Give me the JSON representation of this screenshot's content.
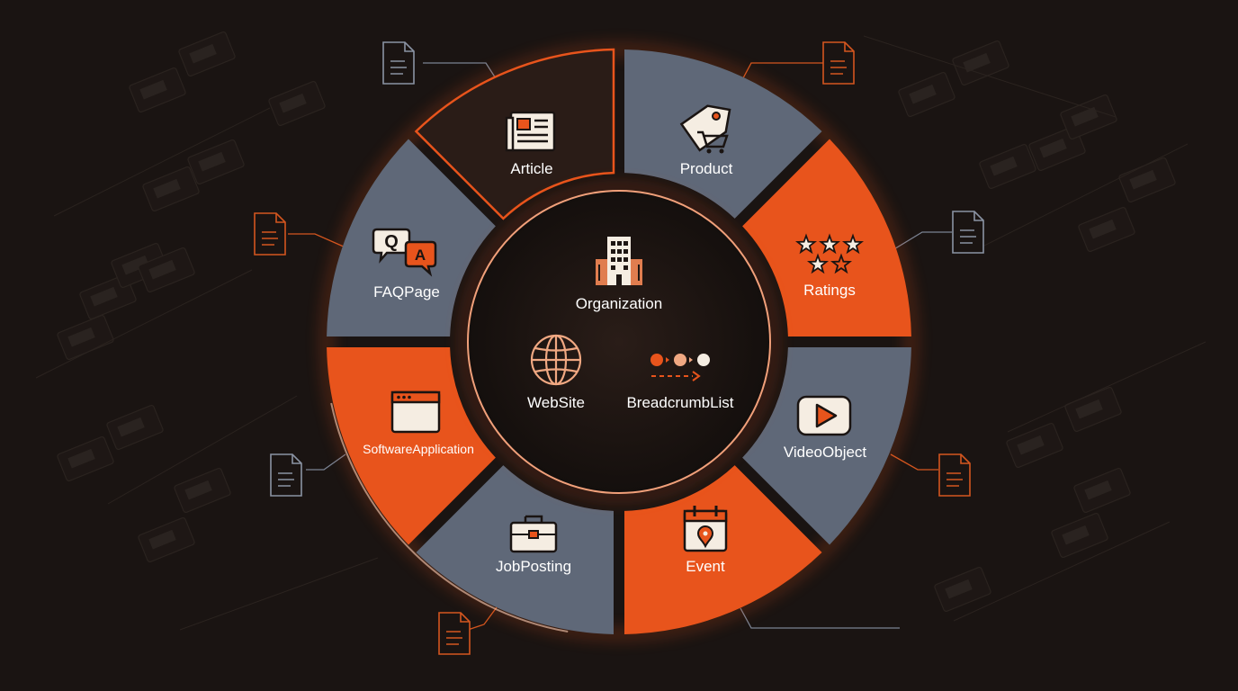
{
  "colors": {
    "background": "#1a1412",
    "orange": "#e8541c",
    "slate": "#5f6878",
    "dark_segment": "#2a1c17",
    "hub": "#1e1613",
    "label_light": "#ffffff",
    "label_dark": "#1a1412",
    "cream": "#f5ede2",
    "doc_orange": "#d4561f",
    "doc_slate": "#8a93a3"
  },
  "diagram": {
    "segments": [
      {
        "label": "Article",
        "icon": "newspaper-icon",
        "fill": "slate"
      },
      {
        "label": "Product",
        "icon": "price-tag-cart-icon",
        "fill": "orange"
      },
      {
        "label": "Ratings",
        "icon": "stars-rating-icon",
        "fill": "slate"
      },
      {
        "label": "VideoObject",
        "icon": "video-play-icon",
        "fill": "orange"
      },
      {
        "label": "Event",
        "icon": "calendar-pin-icon",
        "fill": "slate"
      },
      {
        "label": "JobPosting",
        "icon": "briefcase-icon",
        "fill": "orange"
      },
      {
        "label": "SoftwareApplication",
        "icon": "app-window-icon",
        "fill": "slate"
      },
      {
        "label": "FAQPage",
        "icon": "qa-bubbles-icon",
        "fill": "dark"
      }
    ],
    "hub": {
      "organization": {
        "label": "Organization",
        "icon": "building-icon"
      },
      "website": {
        "label": "WebSite",
        "icon": "globe-icon"
      },
      "breadcrumb": {
        "label": "BreadcrumbList",
        "icon": "breadcrumb-dots-icon"
      }
    },
    "qa_letters": {
      "q": "Q",
      "a": "A"
    },
    "documents": [
      {
        "name": "doc-article",
        "color": "slate"
      },
      {
        "name": "doc-product",
        "color": "orange"
      },
      {
        "name": "doc-ratings",
        "color": "slate"
      },
      {
        "name": "doc-videoobject",
        "color": "orange"
      },
      {
        "name": "doc-event",
        "color": "slate"
      },
      {
        "name": "doc-jobposting",
        "color": "orange"
      },
      {
        "name": "doc-softwareapplication",
        "color": "slate"
      },
      {
        "name": "doc-faqpage",
        "color": "orange"
      }
    ]
  }
}
